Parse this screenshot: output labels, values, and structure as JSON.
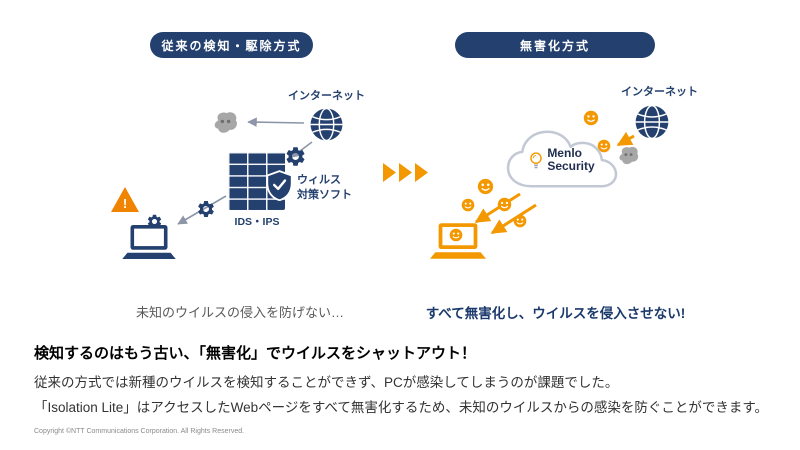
{
  "colors": {
    "navy": "#24406e",
    "orange": "#f39800",
    "gray_virus": "#a7a7a7"
  },
  "left_panel": {
    "badge": "従来の検知・駆除方式",
    "internet_label": "インターネット",
    "antivirus_label_line1": "ウィルス",
    "antivirus_label_line2": "対策ソフト",
    "ids_ips_label": "IDS・IPS",
    "warning_mark": "!",
    "caption": "未知のウイルスの侵入を防げない…"
  },
  "right_panel": {
    "badge": "無害化方式",
    "internet_label": "インターネット",
    "menlo_line1": "Menlo",
    "menlo_line2": "Security",
    "caption": "すべて無害化し、ウイルスを侵入させない!"
  },
  "description": {
    "heading": "検知するのはもう古い、「無害化」でウイルスをシャットアウト！",
    "body_line1": "従来の方式では新種のウイルスを検知することができず、PCが感染してしまうのが課題でした。",
    "body_line2": "「Isolation Lite」はアクセスしたWebページをすべて無害化するため、未知のウイルスからの感染を防ぐことができます。",
    "copyright": "Copyright ©NTT Communications Corporation. All Rights Reserved."
  }
}
